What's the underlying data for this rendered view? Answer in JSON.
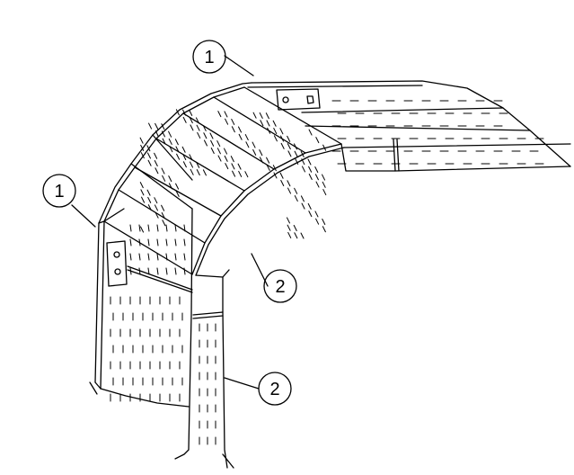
{
  "callouts": [
    {
      "id": "c1a",
      "label": "1"
    },
    {
      "id": "c1b",
      "label": "1"
    },
    {
      "id": "c2a",
      "label": "2"
    },
    {
      "id": "c2b",
      "label": "2"
    }
  ],
  "colors": {
    "ink": "#000000",
    "paper": "#ffffff"
  }
}
